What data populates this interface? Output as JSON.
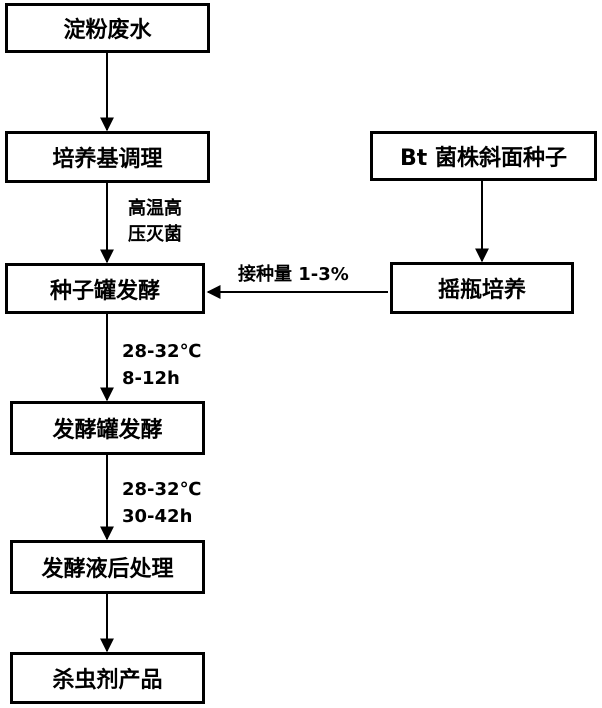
{
  "nodes": {
    "starch_wastewater": "淀粉废水",
    "medium_preparation": "培养基调理",
    "bt_slant_seed": "Bt 菌株斜面种子",
    "seed_tank_fermentation": "种子罐发酵",
    "shake_flask_culture": "摇瓶培养",
    "fermenter_fermentation": "发酵罐发酵",
    "broth_post_treatment": "发酵液后处理",
    "insecticide_product": "杀虫剂产品"
  },
  "edge_labels": {
    "sterilization_line1": "高温高",
    "sterilization_line2": "压灭菌",
    "inoculation": "接种量 1-3%",
    "seed_temp": "28-32℃",
    "seed_time": "8-12h",
    "ferment_temp": "28-32℃",
    "ferment_time": "30-42h"
  }
}
